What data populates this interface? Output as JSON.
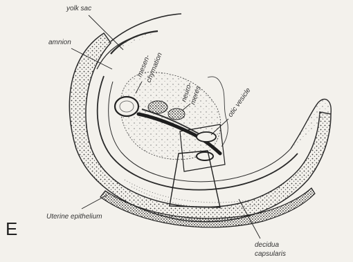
{
  "figure": {
    "panel_letter": "E",
    "labels": {
      "yolk_sac": "yolk sac",
      "amnion": "amnion",
      "mesen": "mesen-",
      "chymation": "chymation",
      "neuro": "neuro-",
      "meres": "meres",
      "otic_vesicle": "otic vesicle",
      "uterine_epithelium": "Uterine epithelium",
      "decidua": "decidua",
      "capsularis": "capsularis"
    },
    "colors": {
      "ink": "#2a2a2a",
      "paper": "#f3f1ec"
    }
  }
}
